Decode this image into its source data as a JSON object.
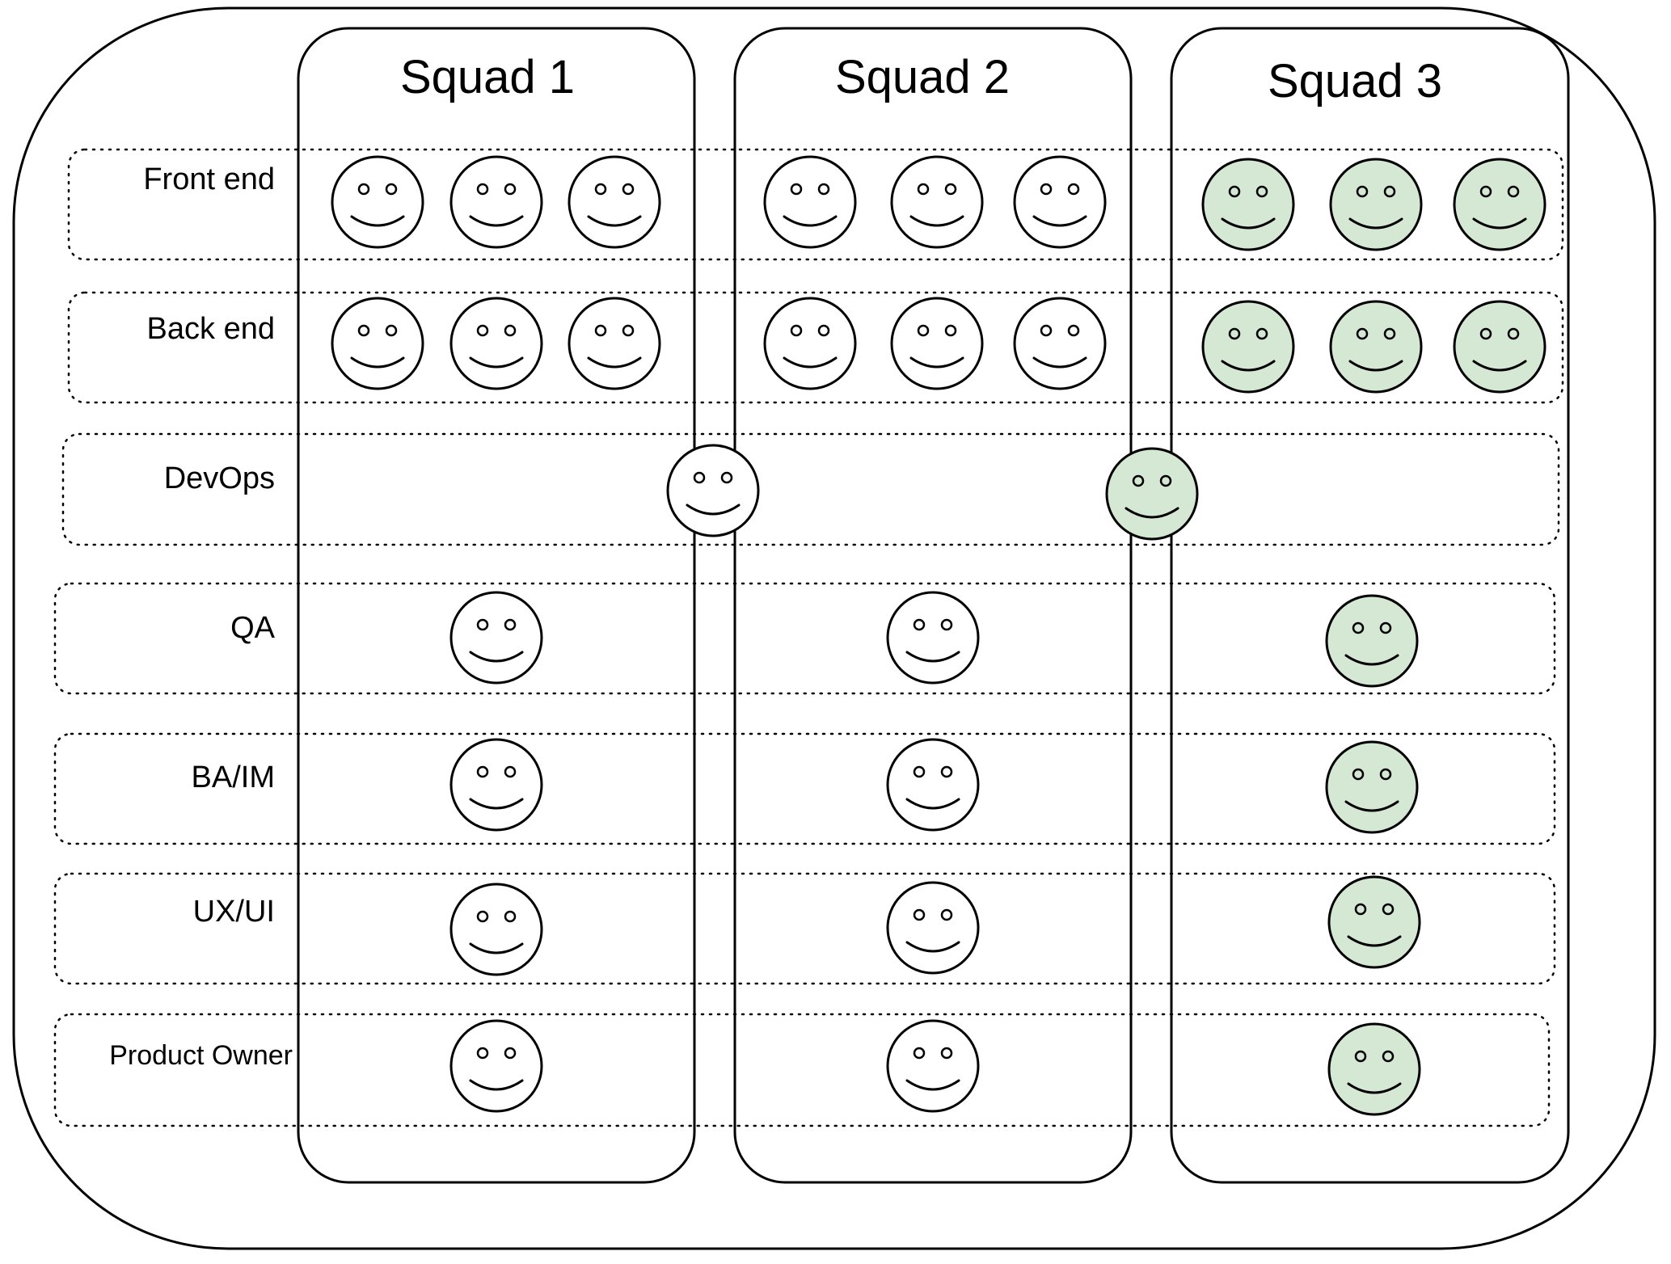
{
  "squads": [
    {
      "title": "Squad 1"
    },
    {
      "title": "Squad 2"
    },
    {
      "title": "Squad 3"
    }
  ],
  "roles": [
    {
      "label": "Front end"
    },
    {
      "label": "Back end"
    },
    {
      "label": "DevOps"
    },
    {
      "label": "QA"
    },
    {
      "label": "BA/IM"
    },
    {
      "label": "UX/UI"
    },
    {
      "label": "Product Owner"
    }
  ],
  "colors": {
    "member_default": "#ffffff",
    "member_squad3": "#d5e8d4",
    "stroke": "#000000"
  }
}
